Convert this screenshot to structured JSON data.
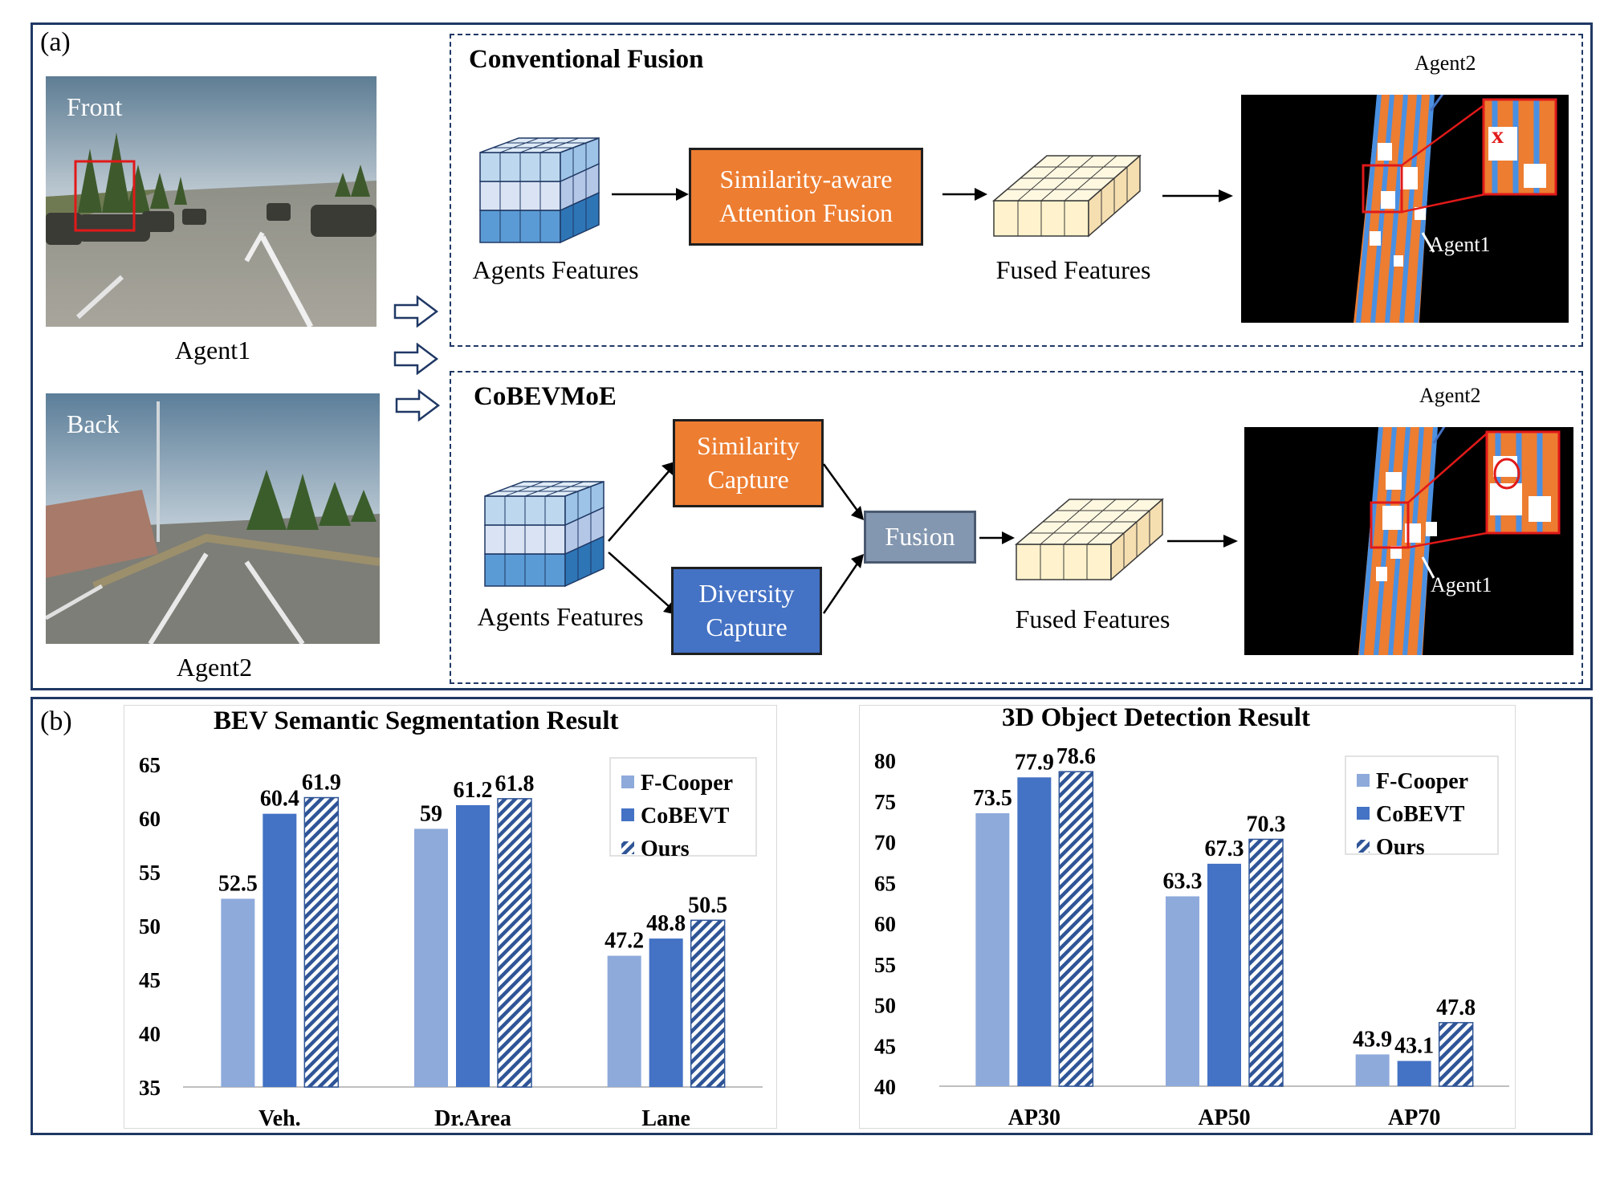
{
  "panel_a": {
    "label": "(a)",
    "agent1": {
      "view": "Front",
      "caption": "Agent1"
    },
    "agent2": {
      "view": "Back",
      "caption": "Agent2"
    },
    "conventional": {
      "title": "Conventional Fusion",
      "input_caption": "Agents Features",
      "fusion_box": [
        "Similarity-aware",
        "Attention Fusion"
      ],
      "output_caption": "Fused Features",
      "map_agent_top": "Agent2",
      "map_agent_bottom": "Agent1",
      "error_mark": "x"
    },
    "cobevmoe": {
      "title": "CoBEVMoE",
      "input_caption": "Agents Features",
      "similarity_box": [
        "Similarity",
        "Capture"
      ],
      "diversity_box": [
        "Diversity",
        "Capture"
      ],
      "fusion_box": "Fusion",
      "output_caption": "Fused Features",
      "map_agent_top": "Agent2",
      "map_agent_bottom": "Agent1"
    },
    "colors": {
      "orange": "#ed7d31",
      "blue": "#4472c4",
      "gray": "#8497b0",
      "border": "#1f3864"
    }
  },
  "panel_b": {
    "label": "(b)"
  },
  "chart_data": [
    {
      "type": "bar",
      "title": "BEV Semantic Segmentation  Result",
      "categories": [
        "Veh.",
        "Dr.Area",
        "Lane"
      ],
      "series": [
        {
          "name": "F-Cooper",
          "values": [
            52.5,
            59,
            47.2
          ],
          "labels": [
            "52.5",
            "59",
            "47.2"
          ],
          "color": "#8eaadb",
          "pattern": "solid"
        },
        {
          "name": "CoBEVT",
          "values": [
            60.4,
            61.2,
            48.8
          ],
          "labels": [
            "60.4",
            "61.2",
            "48.8"
          ],
          "color": "#4472c4",
          "pattern": "solid"
        },
        {
          "name": "Ours",
          "values": [
            61.9,
            61.8,
            50.5
          ],
          "labels": [
            "61.9",
            "61.8",
            "50.5"
          ],
          "color": "#2f5597",
          "pattern": "hatched"
        }
      ],
      "ylim": [
        35,
        65
      ],
      "yticks": [
        "35",
        "40",
        "45",
        "50",
        "55",
        "60",
        "65"
      ],
      "grid": false,
      "legend": "top-right"
    },
    {
      "type": "bar",
      "title": "3D Object Detection  Result",
      "categories": [
        "AP30",
        "AP50",
        "AP70"
      ],
      "series": [
        {
          "name": "F-Cooper",
          "values": [
            73.5,
            63.3,
            43.9
          ],
          "labels": [
            "73.5",
            "63.3",
            "43.9"
          ],
          "color": "#8eaadb",
          "pattern": "solid"
        },
        {
          "name": "CoBEVT",
          "values": [
            77.9,
            67.3,
            43.1
          ],
          "labels": [
            "77.9",
            "67.3",
            "43.1"
          ],
          "color": "#4472c4",
          "pattern": "solid"
        },
        {
          "name": "Ours",
          "values": [
            78.6,
            70.3,
            47.8
          ],
          "labels": [
            "78.6",
            "70.3",
            "47.8"
          ],
          "color": "#2f5597",
          "pattern": "hatched"
        }
      ],
      "ylim": [
        40,
        80
      ],
      "yticks": [
        "40",
        "45",
        "50",
        "55",
        "60",
        "65",
        "70",
        "75",
        "80"
      ],
      "grid": false,
      "legend": "top-right"
    }
  ]
}
